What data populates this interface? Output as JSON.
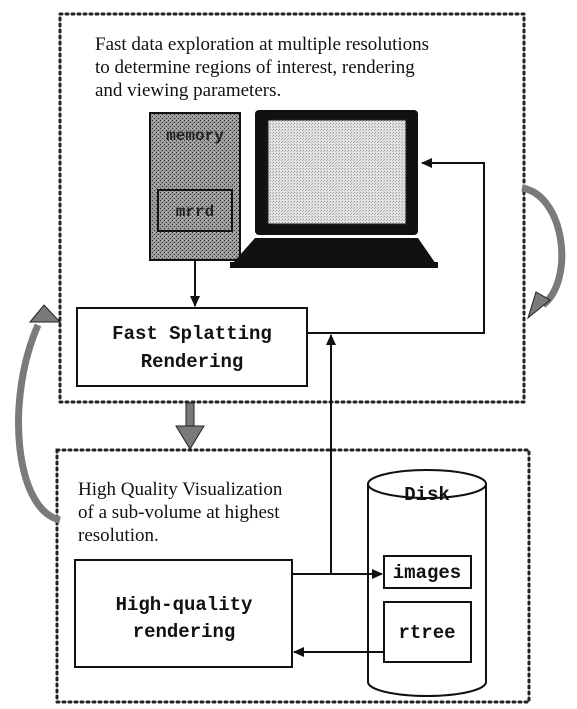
{
  "top_panel": {
    "caption_lines": [
      "Fast data exploration at multiple resolutions",
      "to determine regions of interest, rendering",
      "and viewing parameters."
    ],
    "memory_label": "memory",
    "mrrd_label": "mrrd",
    "fast_rendering_lines": [
      "Fast Splatting",
      "Rendering"
    ]
  },
  "bottom_panel": {
    "caption_lines": [
      "High Quality Visualization",
      "of a sub-volume at highest",
      "resolution."
    ],
    "hq_rendering_lines": [
      "High-quality",
      "rendering"
    ],
    "disk_label": "Disk",
    "images_label": "images",
    "rtree_label": "rtree"
  },
  "colors": {
    "memory_fill": "#8c8c8c",
    "screen_fill": "#d8d8d8",
    "monitor_fill": "#111111",
    "loop_arrow_fill": "#7a7a7a"
  },
  "icons": [
    "computer-monitor-icon",
    "memory-chip-icon",
    "disk-cylinder-icon",
    "loop-arrow-icon"
  ]
}
